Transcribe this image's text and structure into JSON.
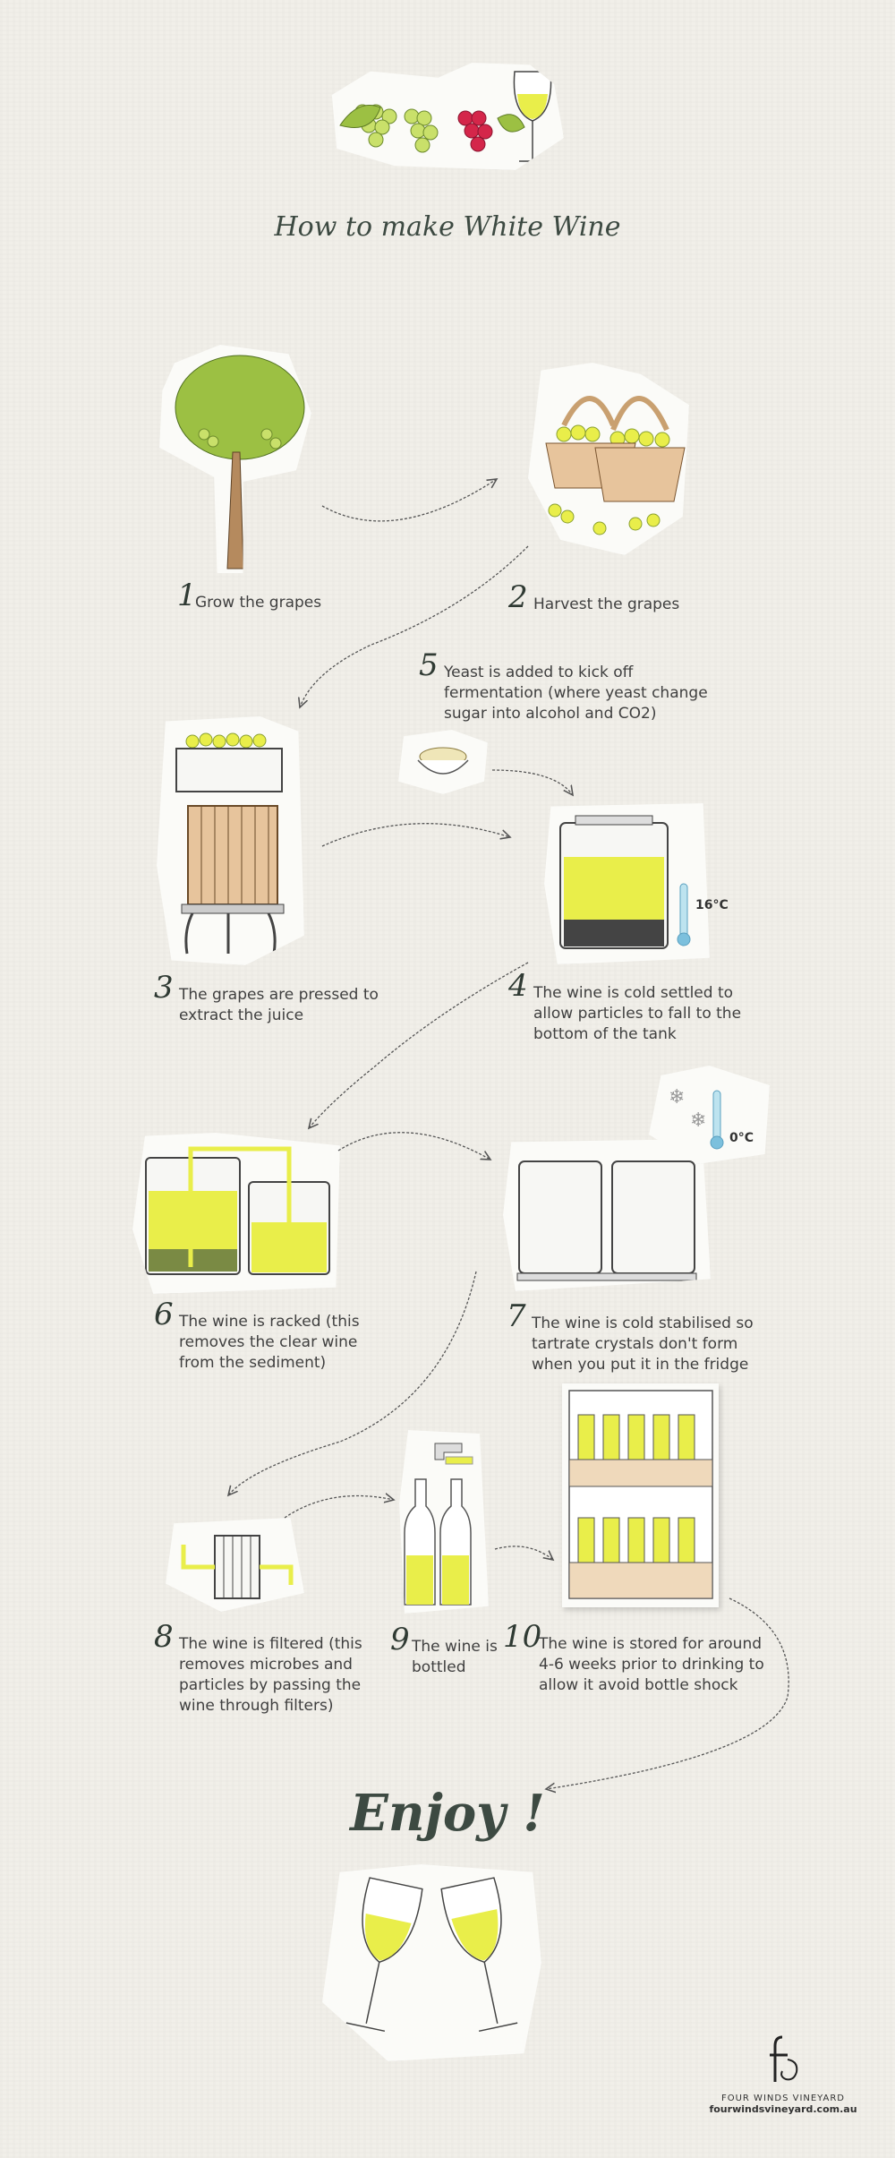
{
  "title": "How to make White Wine",
  "steps": [
    {
      "number": "1",
      "text": "Grow the grapes"
    },
    {
      "number": "2",
      "text": "Harvest the grapes"
    },
    {
      "number": "3",
      "text": "The grapes are pressed to extract the juice"
    },
    {
      "number": "4",
      "text": "The wine is cold settled to allow particles to fall to the bottom of the tank"
    },
    {
      "number": "5",
      "text": "Yeast is added to kick off fermentation (where yeast change sugar into alcohol and CO2)"
    },
    {
      "number": "6",
      "text": "The wine is racked (this removes the clear wine from the sediment)"
    },
    {
      "number": "7",
      "text": "The wine is cold stabilised so tartrate crystals don't form when you put it in the fridge"
    },
    {
      "number": "8",
      "text": "The wine is filtered (this removes microbes and particles by passing the wine through filters)"
    },
    {
      "number": "9",
      "text": "The wine is bottled"
    },
    {
      "number": "10",
      "text": "The wine is stored for around 4-6 weeks prior to drinking to allow it avoid bottle shock"
    }
  ],
  "temperatures": {
    "settling": "16°C",
    "stabilising": "0°C"
  },
  "enjoy": "Enjoy !",
  "brand": {
    "name": "FOUR WINDS VINEYARD",
    "url": "fourwindsvineyard.com.au"
  },
  "colors": {
    "wine": "#e9ee4a",
    "grape_green": "#b8d84a",
    "grape_red": "#d4264a",
    "background": "#f1efe9",
    "heading": "#3d4a42"
  }
}
